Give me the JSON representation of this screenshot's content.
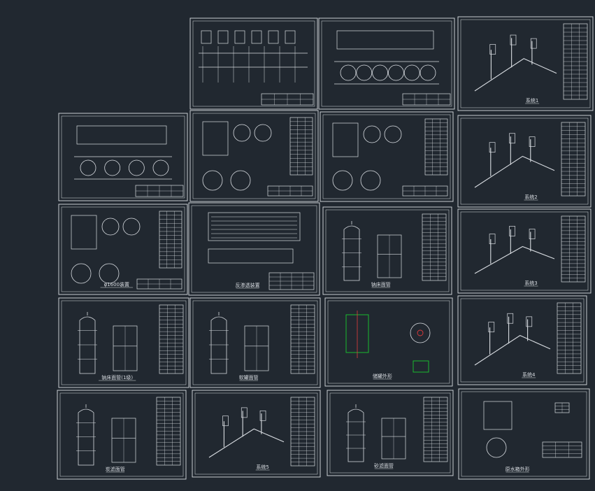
{
  "colors": {
    "background": "#212830",
    "line": "#d9dde2",
    "accent_green": "#19c92f",
    "accent_red": "#e23b3b"
  },
  "sheets": [
    {
      "id": "s1",
      "label": ""
    },
    {
      "id": "s2",
      "label": ""
    },
    {
      "id": "s3",
      "label": "系统1"
    },
    {
      "id": "s4",
      "label": ""
    },
    {
      "id": "s5",
      "label": ""
    },
    {
      "id": "s6",
      "label": ""
    },
    {
      "id": "s7",
      "label": "系统2"
    },
    {
      "id": "s8",
      "label": "φ1600装置"
    },
    {
      "id": "s9",
      "label": "反渗透装置"
    },
    {
      "id": "s10",
      "label": "钠床面管"
    },
    {
      "id": "s11",
      "label": "系统3"
    },
    {
      "id": "s12",
      "label": "钠床面管(1级)"
    },
    {
      "id": "s13",
      "label": "软罐面管"
    },
    {
      "id": "s14",
      "label": "储罐外形"
    },
    {
      "id": "s15",
      "label": "系统4"
    },
    {
      "id": "s16",
      "label": "炭滤面管"
    },
    {
      "id": "s17",
      "label": "系统5"
    },
    {
      "id": "s18",
      "label": "砂滤面管"
    },
    {
      "id": "s19",
      "label": "原水箱外形"
    }
  ]
}
